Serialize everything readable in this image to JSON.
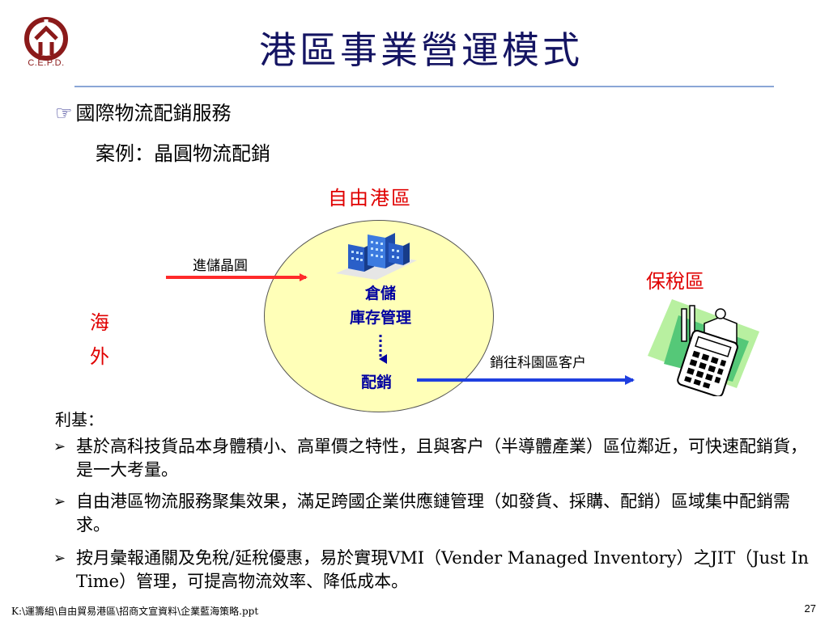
{
  "logo": {
    "text": "C.E.P.D.",
    "icon": "cepd-logo-icon"
  },
  "title": "港區事業營運模式",
  "heading": {
    "icon": "pointing-hand-icon",
    "text": "國際物流配銷服務"
  },
  "case": "案例：晶圓物流配銷",
  "diagram": {
    "zone_label": "自由港區",
    "storage_label_1": "倉儲",
    "storage_label_2": "庫存管理",
    "distribution_label": "配銷",
    "inbound_label": "進儲晶圓",
    "overseas_1": "海",
    "overseas_2": "外",
    "bonded_label": "保稅區",
    "outbound_label": "銷往科園區客户",
    "colors": {
      "inbound_arrow": "#ff2a2a",
      "outbound_arrow": "#1f3fe0",
      "zone": "#ffffb8",
      "label_red": "#e00000"
    }
  },
  "benefits": {
    "title": "利基：",
    "bullet_icon": "arrow-bullet-icon",
    "items": [
      "基於高科技貨品本身體積小、高單價之特性，且與客户（半導體產業）區位鄰近，可快速配銷貨，是一大考量。",
      "自由港區物流服務聚集效果，滿足跨國企業供應鏈管理（如發貨、採購、配銷）區域集中配銷需求。",
      "按月彙報通關及免稅/延稅優惠，易於實現VMI（Vender Managed Inventory）之JIT（Just In Time）管理，可提高物流效率、降低成本。"
    ]
  },
  "footer": {
    "path": "K:\\運籌組\\自由貿易港區\\招商文宣資料\\企業藍海策略.ppt",
    "page": "27"
  }
}
